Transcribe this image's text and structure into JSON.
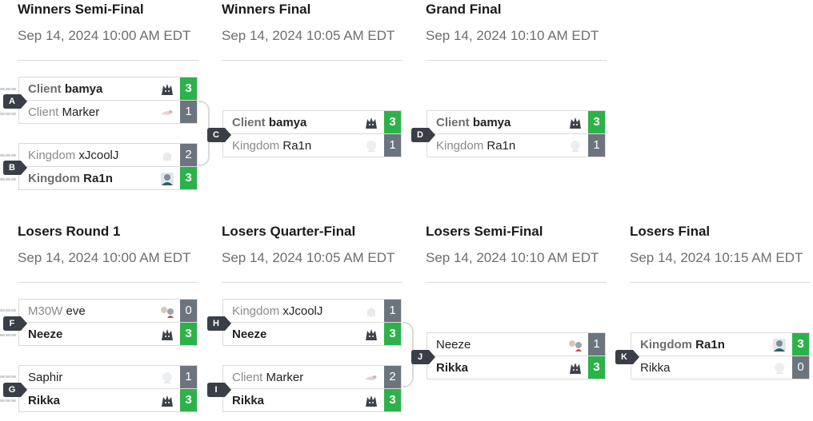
{
  "rounds": {
    "wsf": {
      "title": "Winners Semi-Final",
      "date": "Sep 14, 2024 10:00 AM EDT"
    },
    "wf": {
      "title": "Winners Final",
      "date": "Sep 14, 2024 10:05 AM EDT"
    },
    "gf": {
      "title": "Grand Final",
      "date": "Sep 14, 2024 10:10 AM EDT"
    },
    "lr1": {
      "title": "Losers Round 1",
      "date": "Sep 14, 2024 10:00 AM EDT"
    },
    "lqf": {
      "title": "Losers Quarter-Final",
      "date": "Sep 14, 2024 10:05 AM EDT"
    },
    "lsf": {
      "title": "Losers Semi-Final",
      "date": "Sep 14, 2024 10:10 AM EDT"
    },
    "lf": {
      "title": "Losers Final",
      "date": "Sep 14, 2024 10:15 AM EDT"
    }
  },
  "matches": {
    "A": {
      "label": "A",
      "p1": {
        "team": "Client",
        "name": "bamya",
        "score": "3",
        "winner": true,
        "avatar": "wolf-and-character-avatar-icon"
      },
      "p2": {
        "team": "Client",
        "name": "Marker",
        "score": "1",
        "winner": false,
        "avatar": "sketch-character-avatar-icon"
      }
    },
    "B": {
      "label": "B",
      "p1": {
        "team": "Kingdom",
        "name": "xJcoolJ",
        "score": "2",
        "winner": false,
        "avatar": "ghost-avatar-icon"
      },
      "p2": {
        "team": "Kingdom",
        "name": "Ra1n",
        "score": "3",
        "winner": true,
        "avatar": "character-portrait-avatar-icon"
      }
    },
    "C": {
      "label": "C",
      "p1": {
        "team": "Client",
        "name": "bamya",
        "score": "3",
        "winner": true,
        "avatar": "wolf-avatar-icon"
      },
      "p2": {
        "team": "Kingdom",
        "name": "Ra1n",
        "score": "1",
        "winner": false,
        "avatar": "faded-portrait-avatar-icon"
      }
    },
    "D": {
      "label": "D",
      "p1": {
        "team": "Client",
        "name": "bamya",
        "score": "3",
        "winner": true,
        "avatar": "wolf-avatar-icon"
      },
      "p2": {
        "team": "Kingdom",
        "name": "Ra1n",
        "score": "1",
        "winner": false,
        "avatar": "faded-portrait-avatar-icon"
      }
    },
    "F": {
      "label": "F",
      "p1": {
        "team": "M30W",
        "name": "eve",
        "score": "0",
        "winner": false,
        "avatar": "duo-characters-avatar-icon"
      },
      "p2": {
        "team": "",
        "name": "Neeze",
        "score": "3",
        "winner": true,
        "avatar": "wolf-avatar-icon"
      }
    },
    "G": {
      "label": "G",
      "p1": {
        "team": "",
        "name": "Saphir",
        "score": "1",
        "winner": false,
        "avatar": "faded-character-avatar-icon"
      },
      "p2": {
        "team": "",
        "name": "Rikka",
        "score": "3",
        "winner": true,
        "avatar": "wolf-avatar-icon"
      }
    },
    "H": {
      "label": "H",
      "p1": {
        "team": "Kingdom",
        "name": "xJcoolJ",
        "score": "1",
        "winner": false,
        "avatar": "ghost-avatar-icon"
      },
      "p2": {
        "team": "",
        "name": "Neeze",
        "score": "3",
        "winner": true,
        "avatar": "wolf-avatar-icon"
      }
    },
    "I": {
      "label": "I",
      "p1": {
        "team": "Client",
        "name": "Marker",
        "score": "2",
        "winner": false,
        "avatar": "sketch-character-avatar-icon"
      },
      "p2": {
        "team": "",
        "name": "Rikka",
        "score": "3",
        "winner": true,
        "avatar": "wolf-avatar-icon"
      }
    },
    "J": {
      "label": "J",
      "p1": {
        "team": "",
        "name": "Neeze",
        "score": "1",
        "winner": false,
        "avatar": "duo-characters-avatar-icon"
      },
      "p2": {
        "team": "",
        "name": "Rikka",
        "score": "3",
        "winner": true,
        "avatar": "wolf-avatar-icon"
      }
    },
    "K": {
      "label": "K",
      "p1": {
        "team": "Kingdom",
        "name": "Ra1n",
        "score": "3",
        "winner": true,
        "avatar": "character-portrait-avatar-icon"
      },
      "p2": {
        "team": "",
        "name": "Rikka",
        "score": "0",
        "winner": false,
        "avatar": "faded-wolf-avatar-icon"
      }
    }
  },
  "colors": {
    "win": "#2db24a",
    "lose": "#6c757d",
    "badge": "#3a3f47"
  }
}
